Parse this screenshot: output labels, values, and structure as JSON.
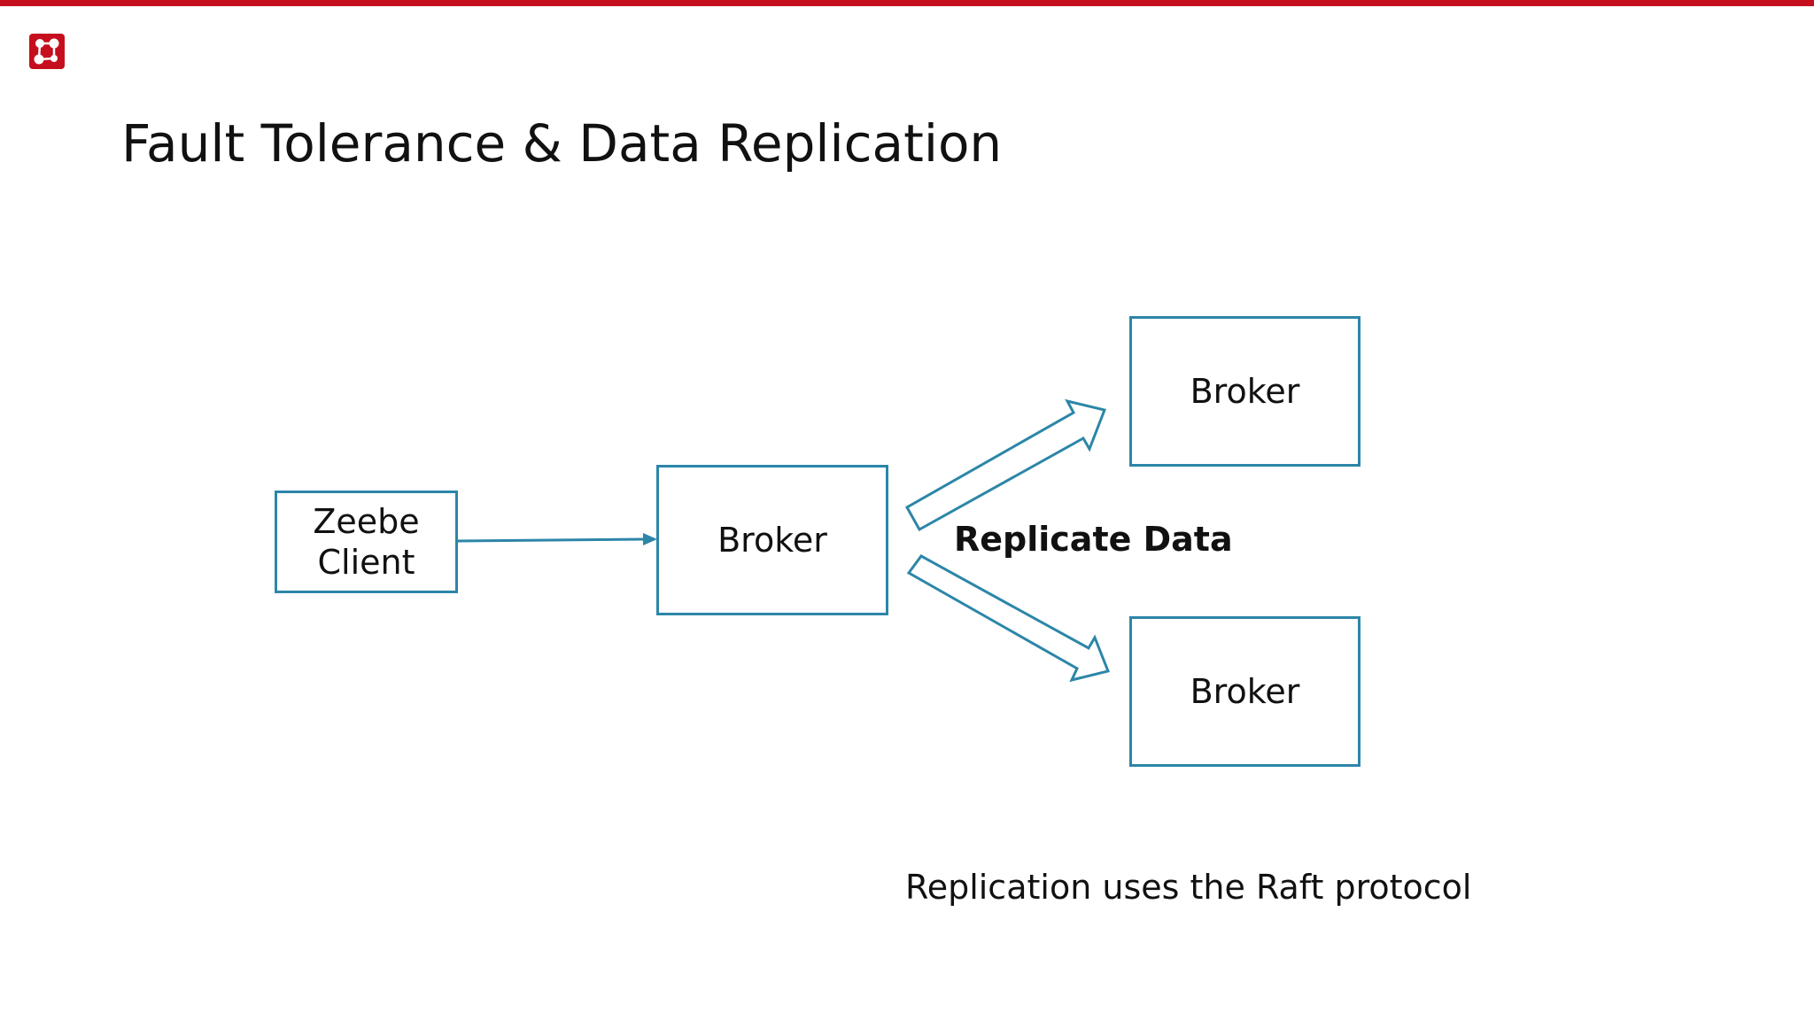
{
  "slide": {
    "title": "Fault Tolerance & Data Replication",
    "accent_color": "#c50f1e",
    "box_color": "#2c86a8"
  },
  "logo": {
    "icon": "camunda-logo-icon"
  },
  "nodes": {
    "client": {
      "line1": "Zeebe",
      "line2": "Client"
    },
    "broker_center": "Broker",
    "broker_top": "Broker",
    "broker_bottom": "Broker"
  },
  "edges": {
    "replicate_label": "Replicate Data"
  },
  "caption": "Replication uses the Raft protocol"
}
